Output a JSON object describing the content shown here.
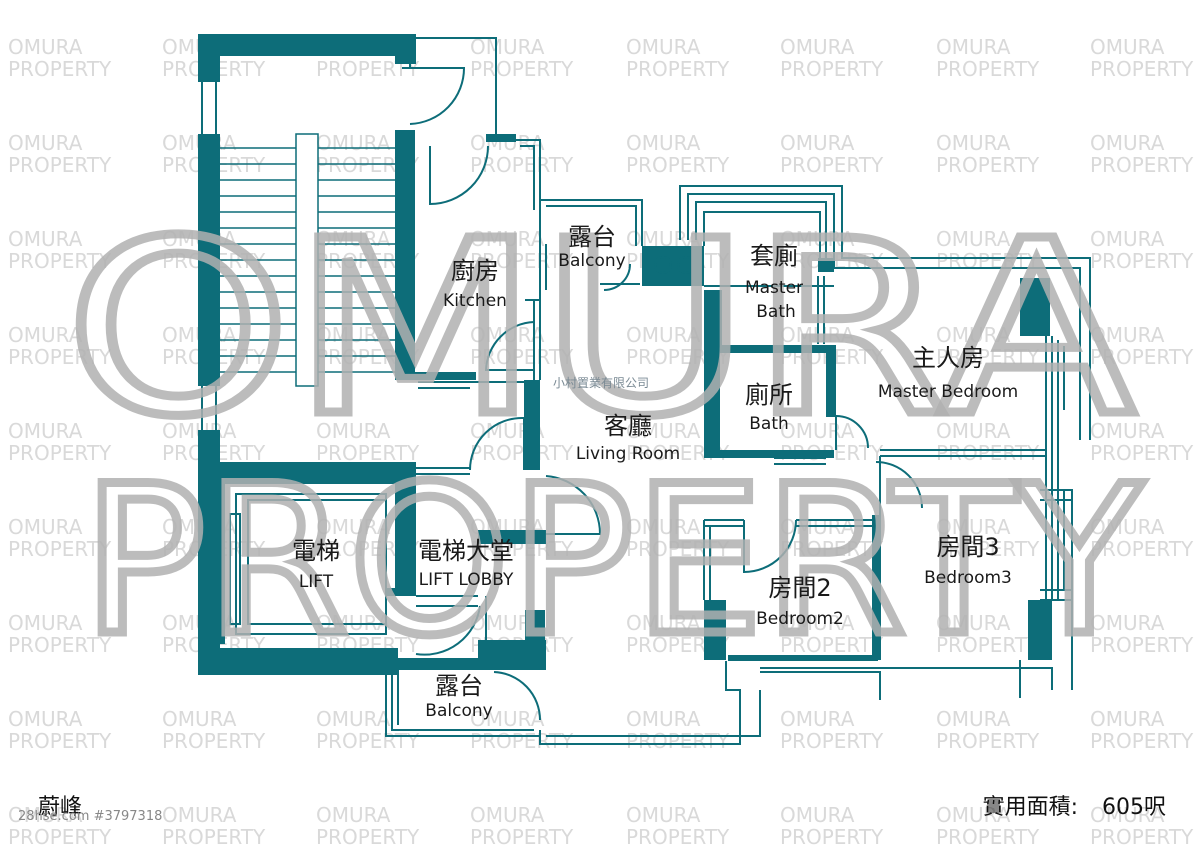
{
  "watermark": {
    "tile_line1": "OMURA",
    "tile_line2": "PROPERTY",
    "big_line1": "OMURA",
    "big_line2": "PROPERTY",
    "company_stamp": "小村置業有限公司"
  },
  "rooms": {
    "kitchen": {
      "zh": "廚房",
      "en": "Kitchen"
    },
    "balcony_top": {
      "zh": "露台",
      "en": "Balcony"
    },
    "master_bath": {
      "zh": "套廁",
      "en": "Master",
      "en2": "Bath"
    },
    "master_bed": {
      "zh": "主人房",
      "en": "Master Bedroom"
    },
    "bath": {
      "zh": "廁所",
      "en": "Bath"
    },
    "living": {
      "zh": "客廳",
      "en": "Living Room"
    },
    "lift": {
      "zh": "電梯",
      "en": "LIFT"
    },
    "lift_lobby": {
      "zh": "電梯大堂",
      "en": "LIFT LOBBY"
    },
    "bedroom2": {
      "zh": "房間2",
      "en": "Bedroom2"
    },
    "bedroom3": {
      "zh": "房間3",
      "en": "Bedroom3"
    },
    "balcony_bottom": {
      "zh": "露台",
      "en": "Balcony"
    }
  },
  "footer": {
    "estate_name": "蔚峰",
    "listing_ref": "28hse.com #3797318",
    "area_label": "實用面積:",
    "area_value": "605呎"
  },
  "colors": {
    "wall": "#0d6d79",
    "watermark_big": "#bdbdbd",
    "watermark_tile": "#d9d9d9"
  }
}
